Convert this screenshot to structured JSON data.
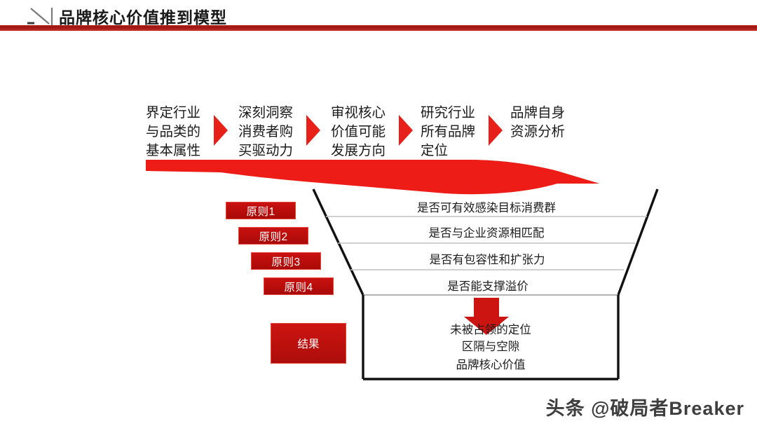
{
  "header": {
    "title": "品牌核心价值推到模型",
    "logo_icon": "diagonal-slash-mark",
    "rule_color": "#a81a16"
  },
  "flow": {
    "steps": [
      {
        "text": "界定行业\n与品类的\n基本属性"
      },
      {
        "text": "深刻洞察\n消费者购\n买驱动力"
      },
      {
        "text": "审视核心\n价值可能\n发展方向"
      },
      {
        "text": "研究行业\n所有品牌\n定位"
      },
      {
        "text": "品牌自身\n资源分析"
      }
    ],
    "arrow_icon": "right-triangle-arrow-icon",
    "arrow_color": "#e8201a",
    "ribbon_color": "#ee1c16"
  },
  "principles": {
    "items": [
      {
        "label": "原则1"
      },
      {
        "label": "原则2"
      },
      {
        "label": "原则3"
      },
      {
        "label": "原则4"
      }
    ],
    "result_label": "结果",
    "box_color": "#bb100d",
    "box_border_color": "#e8433c"
  },
  "funnel": {
    "rows": [
      {
        "text": "是否可有效感染目标消费群"
      },
      {
        "text": "是否与企业资源相匹配"
      },
      {
        "text": "是否有包容性和扩张力"
      },
      {
        "text": "是否能支撑溢价"
      }
    ],
    "down_arrow_icon": "down-arrow-icon",
    "down_arrow_color": "#cc1510",
    "conclusion": "未被占领的定位\n区隔与空隙",
    "core_value": "品牌核心价值",
    "outline_color": "#111111",
    "divider_color": "#b8b8b8"
  },
  "watermark": {
    "text": "头条 @破局者Breaker"
  }
}
